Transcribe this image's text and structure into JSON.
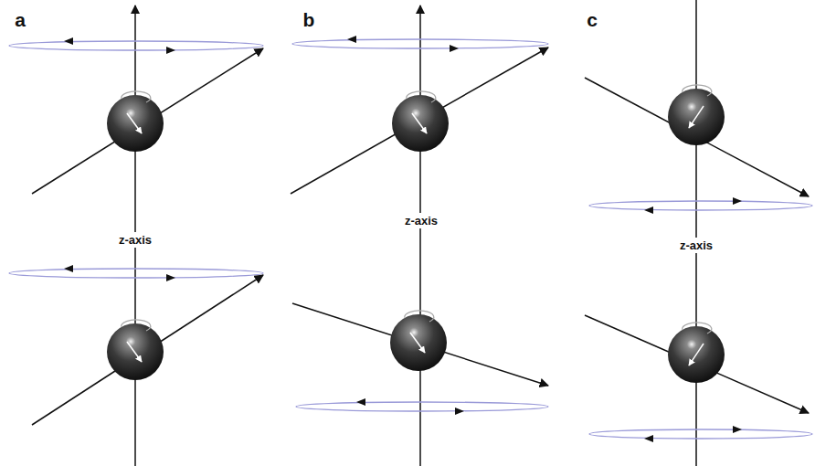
{
  "diagram": {
    "labels": [
      "a",
      "b",
      "c",
      "z-axis",
      "z-axis",
      "z-axis"
    ]
  }
}
